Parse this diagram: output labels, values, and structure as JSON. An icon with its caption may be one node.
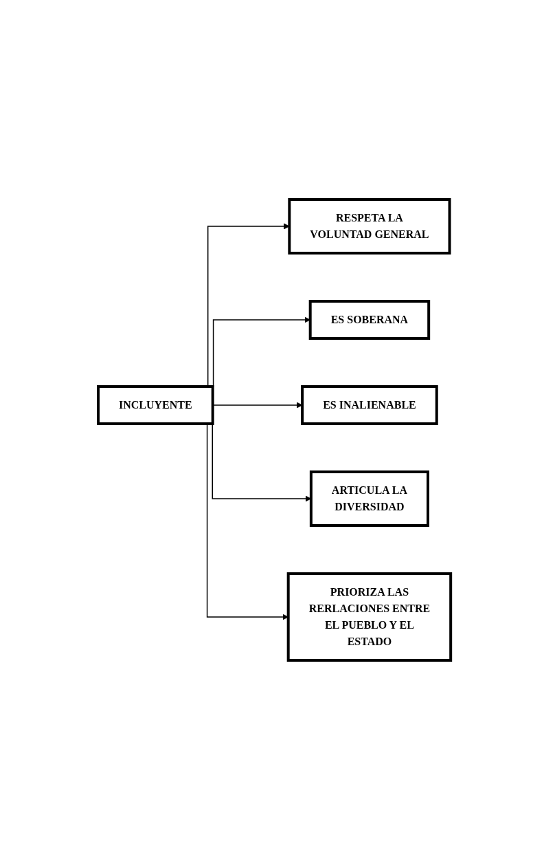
{
  "diagram": {
    "nodes": [
      {
        "text": [
          "INCLUYENTE"
        ]
      },
      {
        "text": [
          "RESPETA LA VOLUNTAD GENERAL"
        ]
      },
      {
        "text": [
          "ES SOBERANA"
        ]
      },
      {
        "text": [
          "ES INALIENABLE"
        ]
      },
      {
        "text": [
          "ARTICULA LA DIVERSIDAD"
        ]
      },
      {
        "text": [
          "PRIORIZA LAS RERLACIONES ENTRE EL PUEBLO Y EL ESTADO"
        ]
      }
    ],
    "edges": [
      {
        "from": 0,
        "to": 1,
        "arrow": "to"
      },
      {
        "from": 0,
        "to": 2,
        "arrow": "to"
      },
      {
        "from": 0,
        "to": 3,
        "arrow": "to"
      },
      {
        "from": 0,
        "to": 4,
        "arrow": "to"
      },
      {
        "from": 0,
        "to": 5,
        "arrow": "to"
      }
    ]
  }
}
